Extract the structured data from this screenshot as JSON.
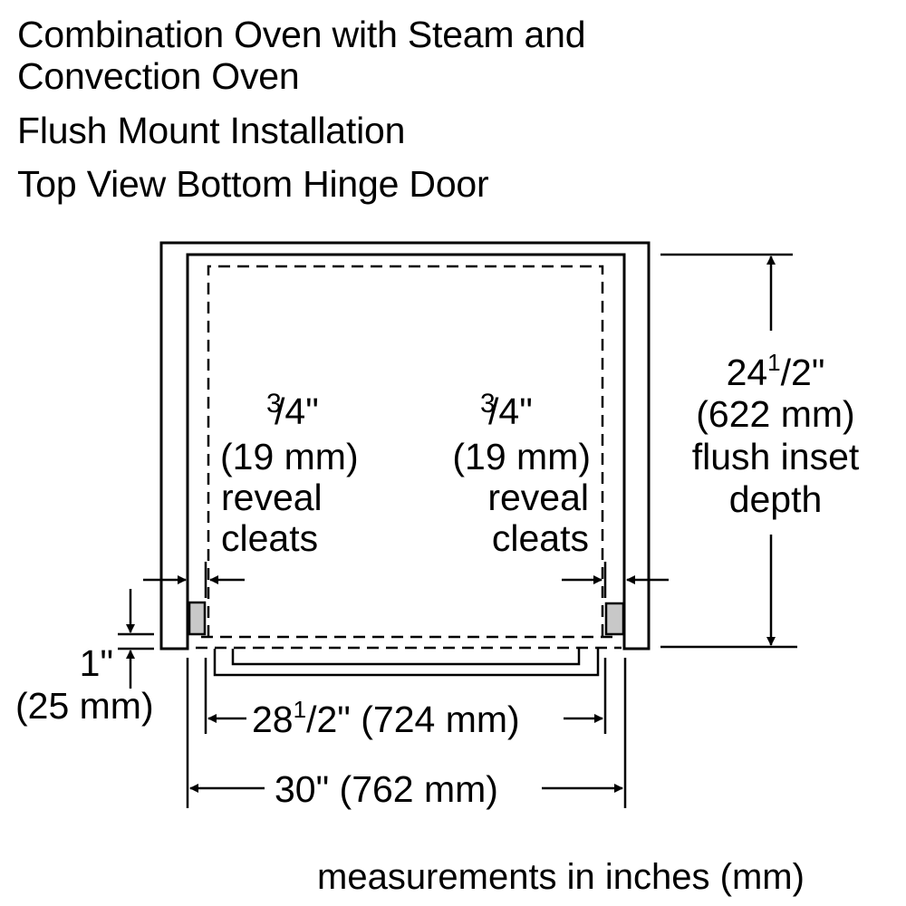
{
  "title": {
    "line1": "Combination Oven with Steam and",
    "line2": "Convection Oven",
    "line3": "Flush Mount Installation",
    "line4": "Top View Bottom Hinge Door"
  },
  "dimensions": {
    "depth": {
      "whole": "24",
      "num": "1",
      "den": "2",
      "unit": "\"",
      "mm": "(622 mm)",
      "label1": "flush inset",
      "label2": "depth"
    },
    "left_reveal": {
      "num": "3",
      "den": "4",
      "unit": "\"",
      "mm": "(19 mm)",
      "label1": "reveal",
      "label2": "cleats"
    },
    "right_reveal": {
      "num": "3",
      "den": "4",
      "unit": "\"",
      "mm": "(19 mm)",
      "label1": "reveal",
      "label2": "cleats"
    },
    "door_offset": {
      "inch": "1\"",
      "mm": "(25 mm)"
    },
    "inner_width": {
      "whole": "28",
      "num": "1",
      "den": "2",
      "rest": "\" (724 mm)"
    },
    "outer_width": {
      "text": "30\" (762 mm)"
    }
  },
  "colors": {
    "line": "#000000",
    "cleat_fill": "#c8c8c8",
    "background": "#ffffff"
  },
  "footer": {
    "note": "measurements in inches (mm)"
  }
}
